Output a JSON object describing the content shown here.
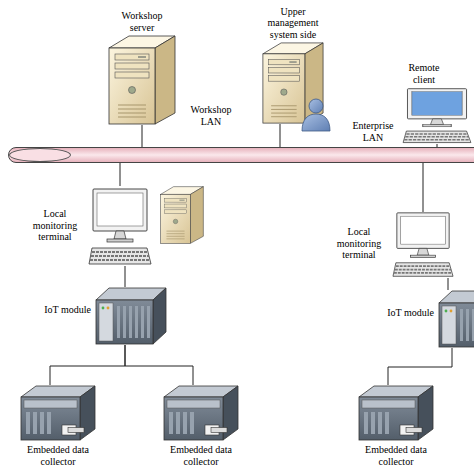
{
  "diagram": {
    "nodes": [
      {
        "text": [
          "Workshop server"
        ]
      },
      {
        "text": [
          "Upper management system side"
        ]
      },
      {
        "text": [
          "Remote client"
        ]
      },
      {
        "text": [
          "Workshop LAN",
          "Enterprise LAN"
        ]
      },
      {
        "text": [
          "Local monitoring terminal"
        ]
      },
      {
        "text": [
          "IoT module"
        ]
      },
      {
        "text": [
          "Embedded data collector"
        ]
      },
      {
        "text": [
          "Embedded data collector"
        ]
      },
      {
        "text": [
          "Local monitoring terminal"
        ]
      },
      {
        "text": [
          "IoT module"
        ]
      },
      {
        "text": [
          "Embedded data collector"
        ]
      }
    ],
    "edges": [
      {
        "from": 0,
        "to": 3,
        "arrow": "none"
      },
      {
        "from": 1,
        "to": 3,
        "arrow": "none"
      },
      {
        "from": 2,
        "to": 3,
        "arrow": "none"
      },
      {
        "from": 3,
        "to": 4,
        "arrow": "none"
      },
      {
        "from": 4,
        "to": 5,
        "arrow": "none"
      },
      {
        "from": 5,
        "to": 6,
        "arrow": "none"
      },
      {
        "from": 5,
        "to": 7,
        "arrow": "none"
      },
      {
        "from": 3,
        "to": 8,
        "arrow": "none"
      },
      {
        "from": 8,
        "to": 9,
        "arrow": "none"
      },
      {
        "from": 9,
        "to": 10,
        "arrow": "none"
      }
    ]
  }
}
